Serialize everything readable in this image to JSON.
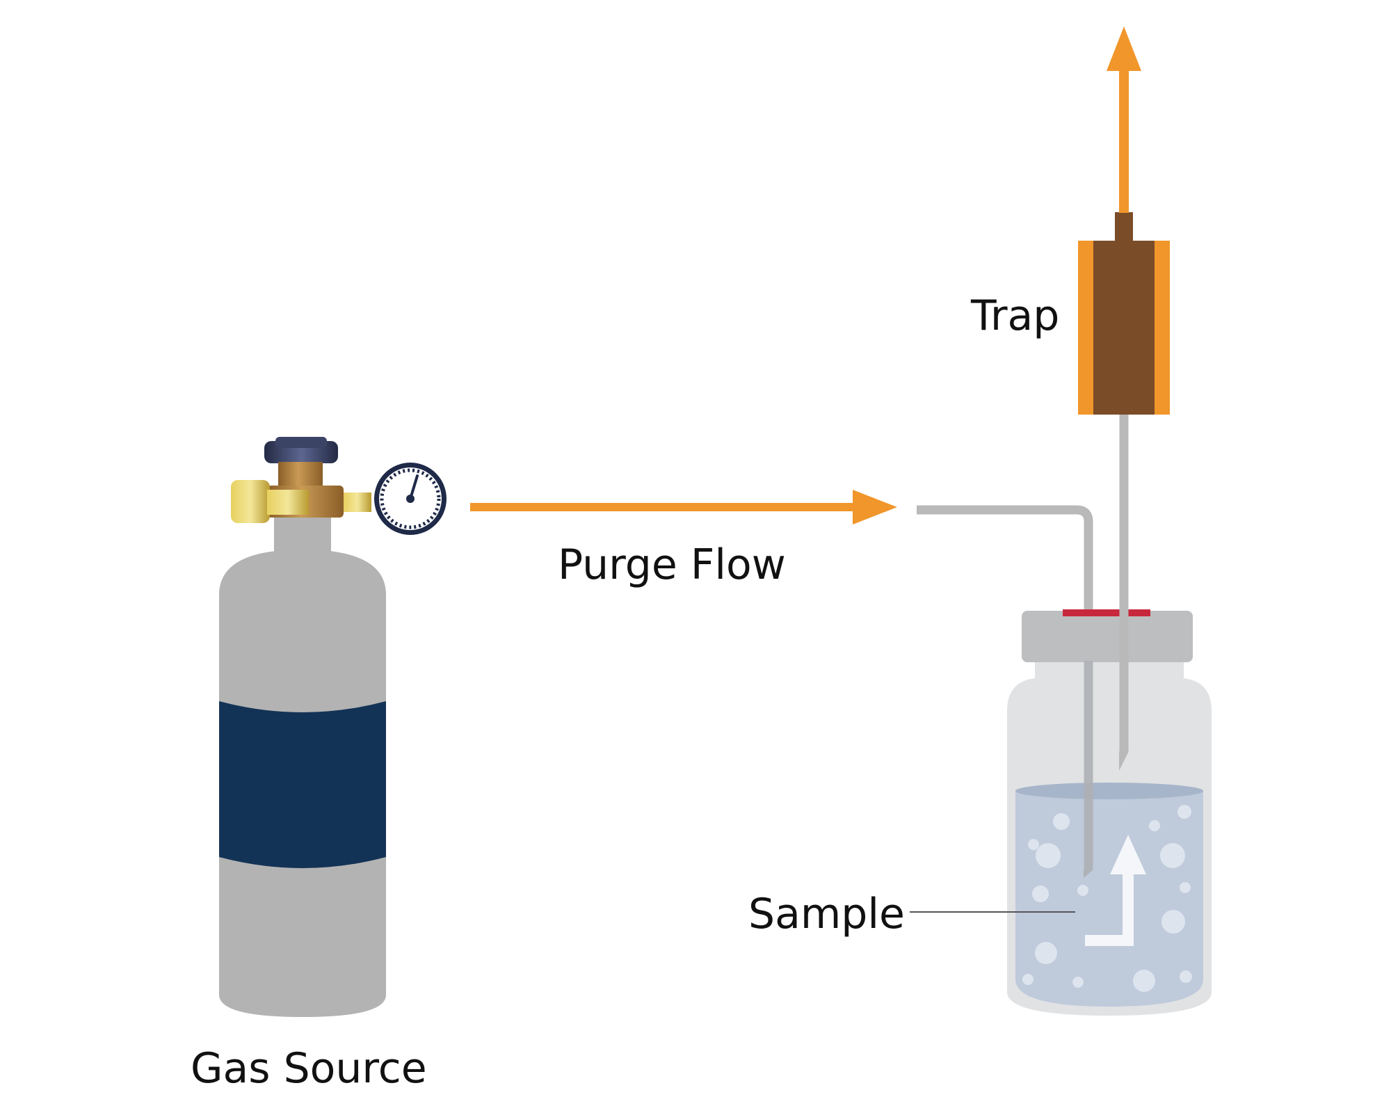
{
  "labels": {
    "trap": "Trap",
    "purge_flow": "Purge Flow",
    "sample": "Sample",
    "gas_source": "Gas Source"
  },
  "colors": {
    "flow_arrow": "#F0962A",
    "cylinder_body": "#B3B3B3",
    "cylinder_band": "#133356",
    "trap_body": "#7A4C28",
    "trap_sides": "#F0962A",
    "tube": "#B9B9BA",
    "vial_cap": "#BDBEC0",
    "septum": "#C8283C",
    "vial_glass": "#E1E2E4",
    "liquid": "#BFCADB",
    "valve_brass": "#AA7A3A",
    "handle_yellow": "#D9C04E",
    "knob": "#2E3550"
  },
  "icons": {
    "gauge": "pressure-gauge-icon",
    "inner_arrow": "bubble-flow-arrow-icon"
  }
}
